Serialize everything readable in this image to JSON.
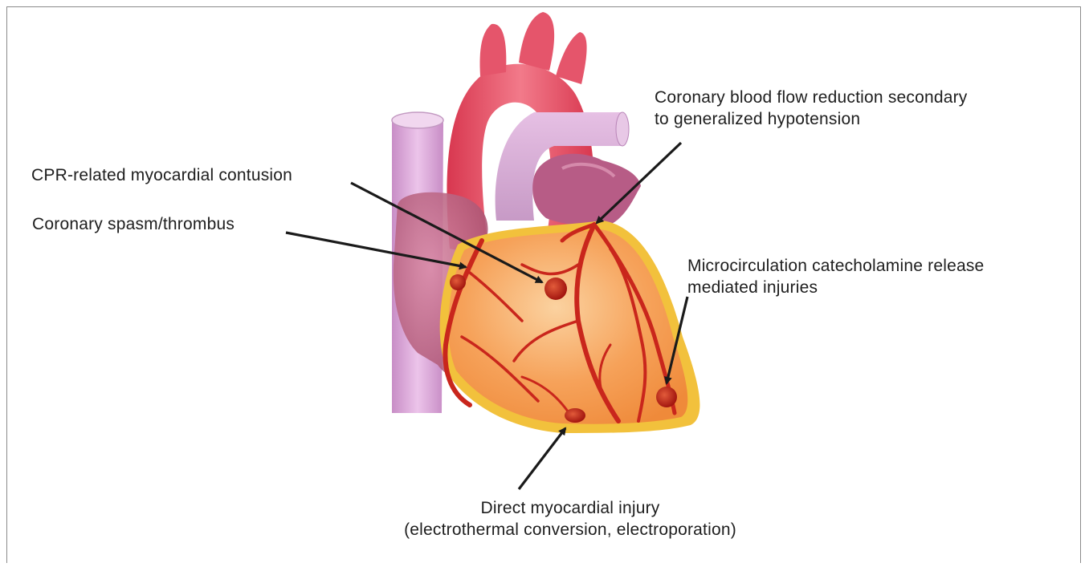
{
  "figure": {
    "labels": {
      "cpr_contusion": "CPR-related myocardial contusion",
      "coronary_spasm": "Coronary spasm/thrombus",
      "blood_flow": {
        "line1": "Coronary blood flow reduction secondary",
        "line2": "to generalized hypotension"
      },
      "microcirculation": {
        "line1": "Microcirculation catecholamine release",
        "line2": "mediated injuries"
      },
      "direct_injury": {
        "line1": "Direct myocardial injury",
        "line2": "(electrothermal conversion, electroporation)"
      }
    },
    "colors": {
      "myocardium": "#f6a25a",
      "myocardium_edge": "#f2c13c",
      "aorta": "#e8576e",
      "vena_cava": "#d9a6d6",
      "atrium": "#c86b8e",
      "vessels": "#c9261c",
      "lesion": "#b81c1c",
      "arrow": "#1a1a1a"
    }
  }
}
